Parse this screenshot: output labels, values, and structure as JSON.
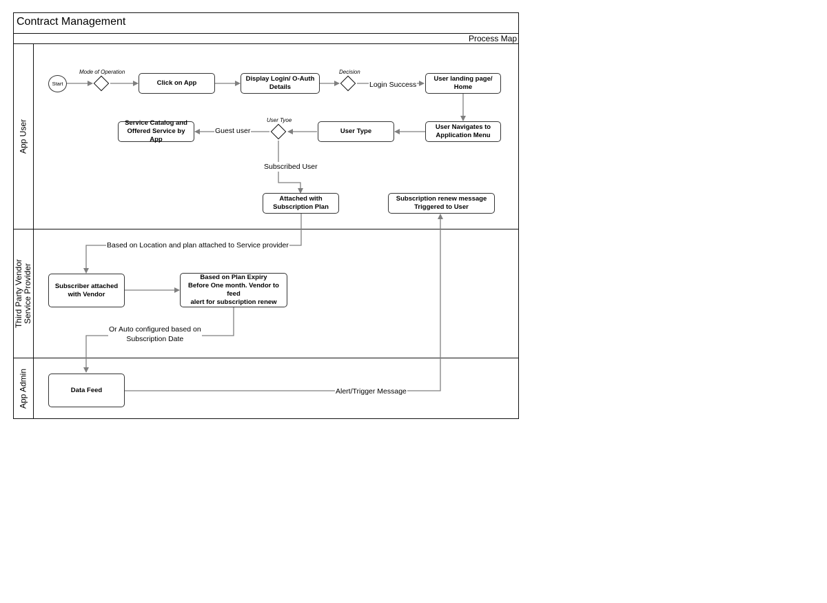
{
  "header": {
    "title": "Contract Management",
    "subtitle": "Process Map"
  },
  "lanes": [
    {
      "label": "App User"
    },
    {
      "label": "Third Party Vendor\nService Provider"
    },
    {
      "label": "App Admin"
    }
  ],
  "nodes": {
    "start": "Start",
    "click_on_app": "Click on App",
    "display_login": "Display Login/ O-Auth\nDetails",
    "user_landing": "User landing page/\nHome",
    "user_navigates": "User Navigates to\nApplication Menu",
    "user_type": "User Type",
    "service_catalog": "Service Catalog and\nOffered Service by App",
    "attached_subscription": "Attached with\nSubscription Plan",
    "renew_message": "Subscription renew message\nTriggered to User",
    "subscriber_vendor": "Subscriber attached\nwith Vendor",
    "plan_expiry": "Based on Plan Expiry\nBefore One month. Vendor to feed\nalert for subscription renew",
    "data_feed": "Data Feed"
  },
  "notes": {
    "mode_of_operation": "Mode of Operation",
    "decision": "Decision",
    "user_type": "User Tyoe"
  },
  "edge_labels": {
    "login_success": "Login Success",
    "guest_user": "Guest user",
    "subscribed_user": "Subscribed User",
    "location_plan": "Based on Location and plan attached to Service provider",
    "auto_configured": "Or Auto configured based on\nSubscription Date",
    "alert_trigger": "Alert/Trigger Message"
  },
  "colors": {
    "line": "#7f7f7f",
    "border": "#111111"
  }
}
